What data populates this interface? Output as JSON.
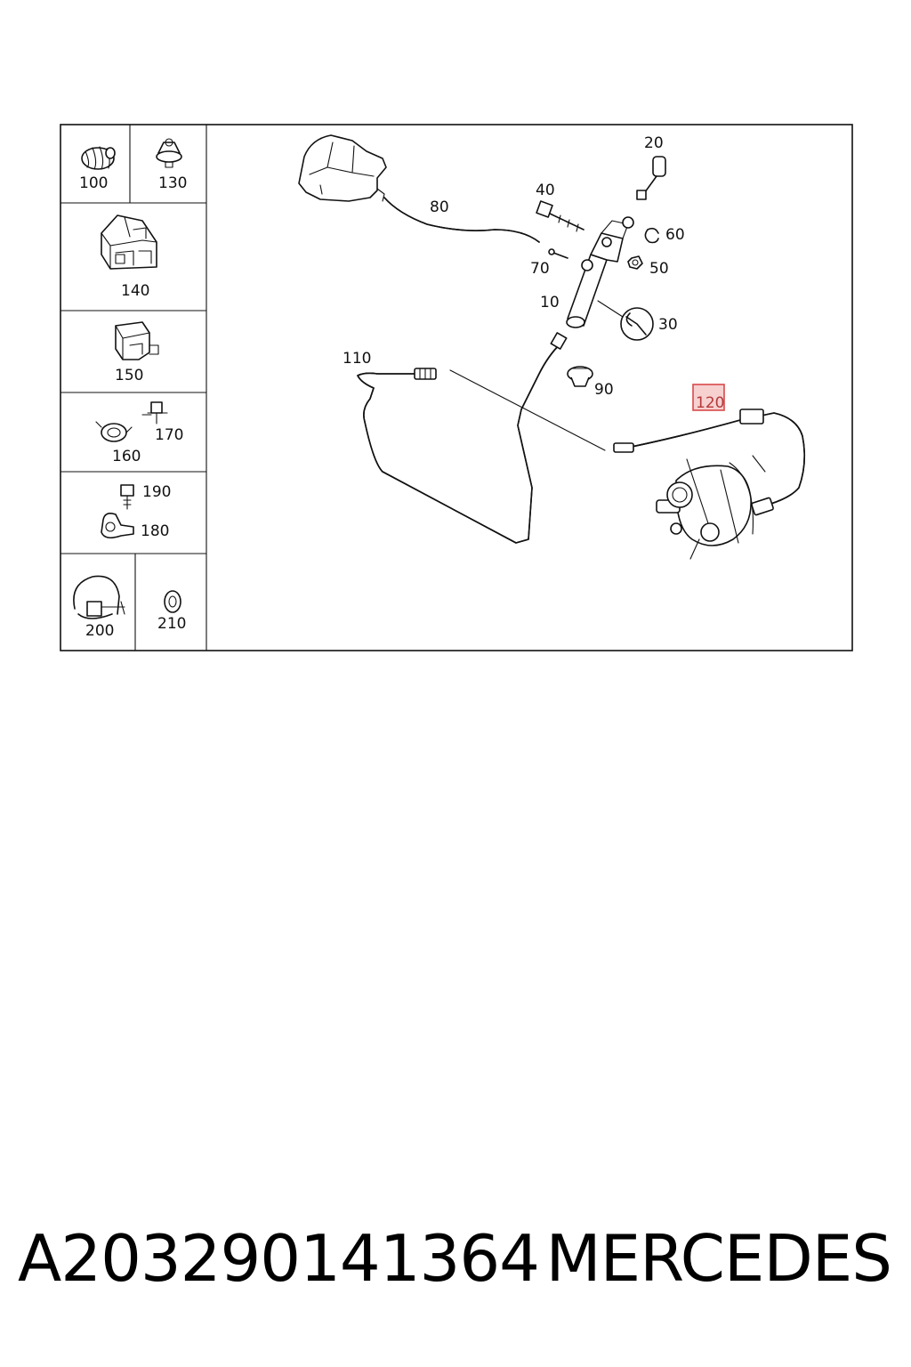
{
  "diagram": {
    "callouts": {
      "c10": "10",
      "c20": "20",
      "c30": "30",
      "c40": "40",
      "c50": "50",
      "c60": "60",
      "c70": "70",
      "c80": "80",
      "c90": "90",
      "c110": "110",
      "c120": "120",
      "c100": "100",
      "c130": "130",
      "c140": "140",
      "c150": "150",
      "c160": "160",
      "c170": "170",
      "c180": "180",
      "c190": "190",
      "c200": "200",
      "c210": "210"
    },
    "highlighted_callout": "120",
    "highlight_color": "#d94a4a"
  },
  "footer": {
    "part_number": "A203290141364",
    "brand": "MERCEDES"
  }
}
